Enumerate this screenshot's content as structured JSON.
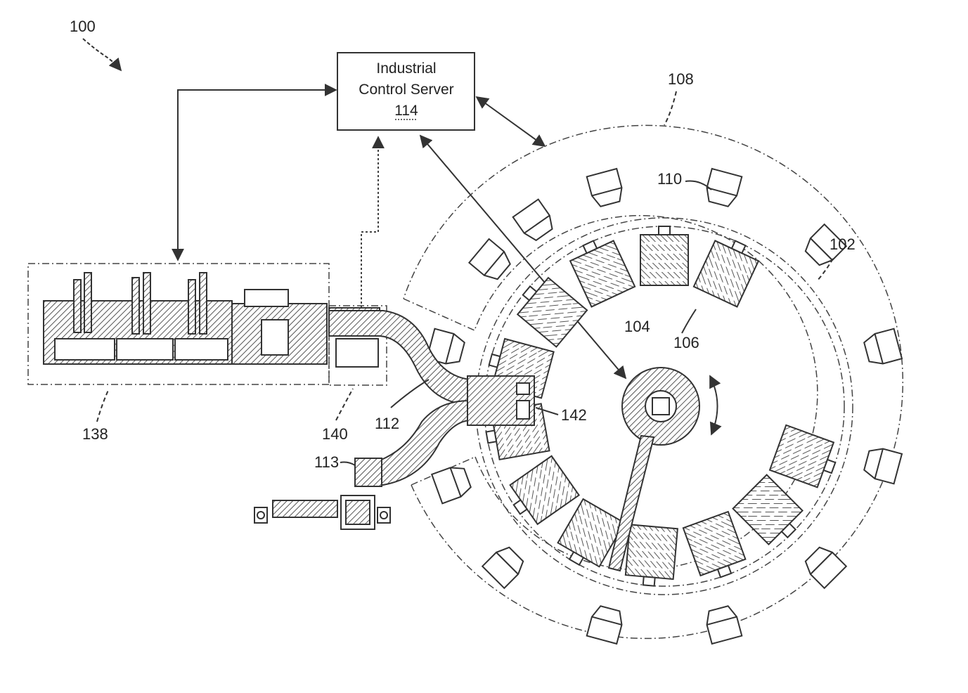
{
  "server": {
    "line1": "Industrial",
    "line2": "Control Server",
    "ref": "114"
  },
  "labels": {
    "system": "100",
    "outer_ring": "108",
    "station": "110",
    "inner_ring": "102",
    "hub": "104",
    "tray": "106",
    "conveyor": "112",
    "exit": "113",
    "module": "142",
    "line_equipment": "138",
    "interface": "140"
  }
}
